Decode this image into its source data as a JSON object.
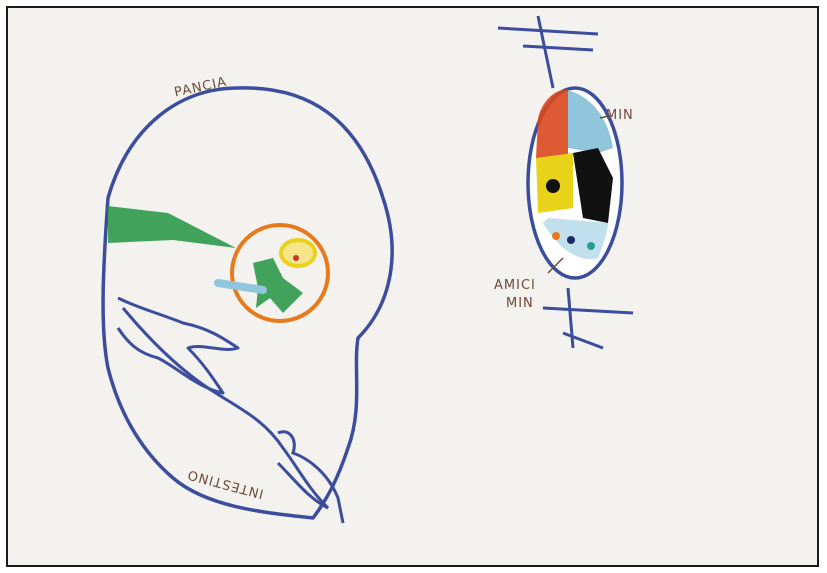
{
  "labels": {
    "pancia": "PANCIA",
    "intestino": "INTESTINO",
    "mini": "MIN",
    "amici_line1": "AMICI",
    "amici_line2": "MIN"
  },
  "colors": {
    "paper": "#f3f2ef",
    "ink_blue": "#3b4d9c",
    "green": "#2e9a4a",
    "orange": "#e77a1c",
    "yellow": "#e8d21a",
    "light_blue": "#8fc6dc",
    "black": "#111111",
    "red": "#d9481f",
    "label_brown": "#6b4a3a"
  }
}
